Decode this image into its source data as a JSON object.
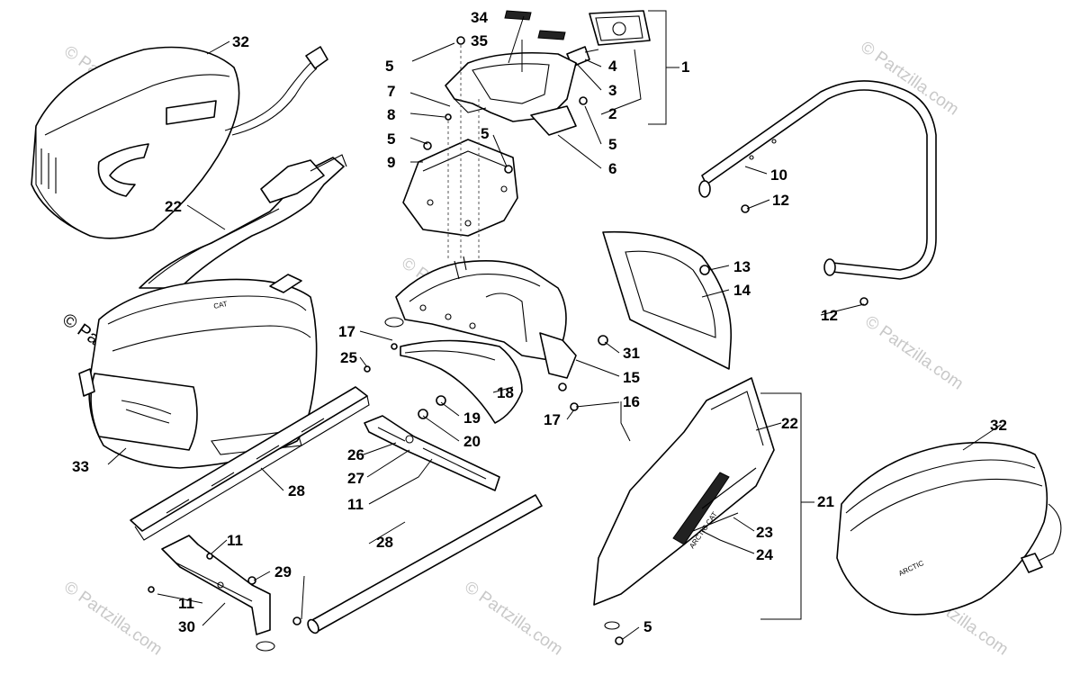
{
  "watermark": {
    "text": "© Partzilla.com",
    "color": "#c8c8c8"
  },
  "callouts": [
    "1",
    "2",
    "3",
    "4",
    "5",
    "6",
    "7",
    "8",
    "9",
    "10",
    "11",
    "12",
    "13",
    "14",
    "15",
    "16",
    "17",
    "18",
    "19",
    "20",
    "21",
    "22",
    "23",
    "24",
    "25",
    "26",
    "27",
    "28",
    "29",
    "30",
    "31",
    "32",
    "33",
    "34",
    "35"
  ]
}
